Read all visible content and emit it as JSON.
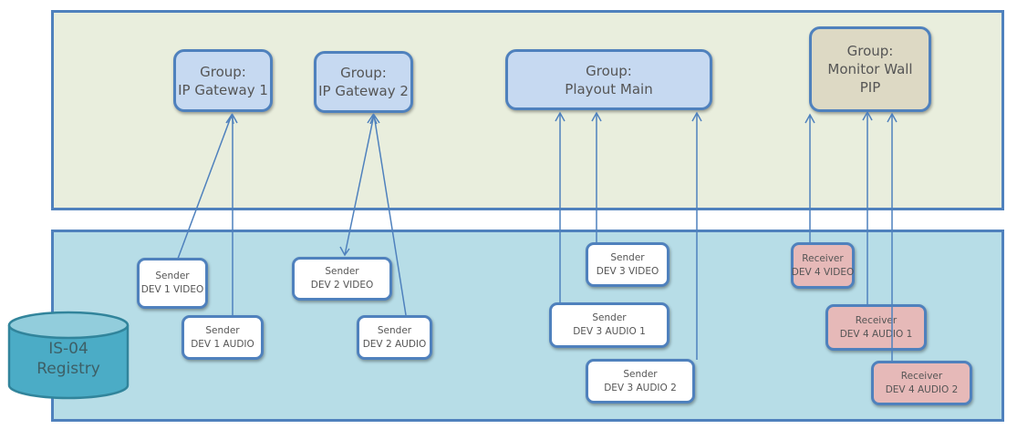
{
  "colors": {
    "border": "#4f81bd",
    "top_panel": "#e9eedd",
    "bottom_panel": "#b7dde7",
    "group_fill": "#c6d9f1",
    "monitor_group_fill": "#ddd9c4",
    "sender_fill": "#ffffff",
    "receiver_fill": "#e6b9b8",
    "registry_fill": "#4bacc6"
  },
  "groups": [
    {
      "id": "gw1",
      "line1": "Group:",
      "line2": "IP Gateway 1",
      "line3": ""
    },
    {
      "id": "gw2",
      "line1": "Group:",
      "line2": "IP Gateway 2",
      "line3": ""
    },
    {
      "id": "playout",
      "line1": "Group:",
      "line2": "Playout Main",
      "line3": ""
    },
    {
      "id": "monitor",
      "line1": "Group:",
      "line2": "Monitor Wall",
      "line3": "PIP"
    }
  ],
  "senders": [
    {
      "id": "d1v",
      "type": "Sender",
      "name": "DEV 1 VIDEO"
    },
    {
      "id": "d1a",
      "type": "Sender",
      "name": "DEV 1 AUDIO"
    },
    {
      "id": "d2v",
      "type": "Sender",
      "name": "DEV 2 VIDEO"
    },
    {
      "id": "d2a",
      "type": "Sender",
      "name": "DEV 2 AUDIO"
    },
    {
      "id": "d3v",
      "type": "Sender",
      "name": "DEV 3 VIDEO"
    },
    {
      "id": "d3a1",
      "type": "Sender",
      "name": "DEV 3 AUDIO 1"
    },
    {
      "id": "d3a2",
      "type": "Sender",
      "name": "DEV 3 AUDIO 2"
    }
  ],
  "receivers": [
    {
      "id": "d4v",
      "type": "Receiver",
      "name": "DEV 4 VIDEO"
    },
    {
      "id": "d4a1",
      "type": "Receiver",
      "name": "DEV 4 AUDIO 1"
    },
    {
      "id": "d4a2",
      "type": "Receiver",
      "name": "DEV 4 AUDIO 2"
    }
  ],
  "registry": {
    "line1": "IS-04",
    "line2": "Registry"
  },
  "connections": [
    {
      "from": "d1v",
      "to": "gw1"
    },
    {
      "from": "d1a",
      "to": "gw1"
    },
    {
      "from": "gw2",
      "to": "d2v"
    },
    {
      "from": "d2a",
      "to": "gw2"
    },
    {
      "from": "d3a1",
      "to": "playout"
    },
    {
      "from": "d3v",
      "to": "playout"
    },
    {
      "from": "d3a2",
      "to": "playout"
    },
    {
      "from": "d4v",
      "to": "monitor"
    },
    {
      "from": "d4a1",
      "to": "monitor"
    },
    {
      "from": "d4a2",
      "to": "monitor"
    }
  ]
}
